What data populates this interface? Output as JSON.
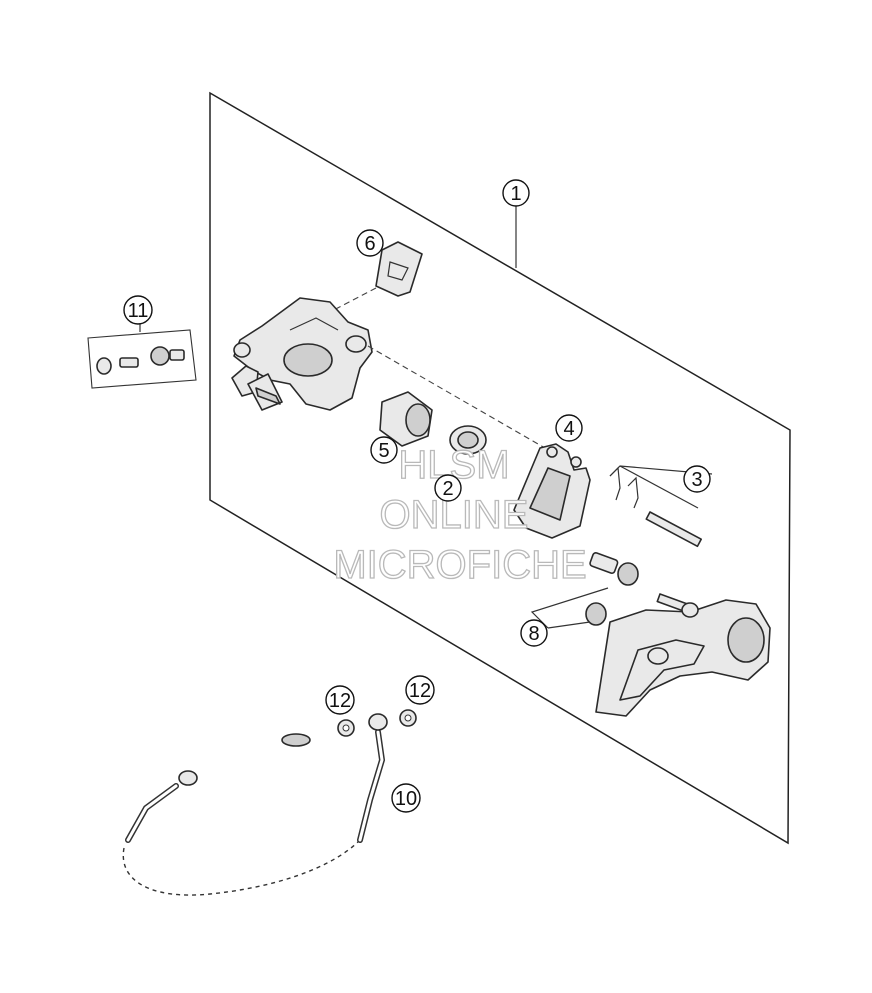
{
  "watermark": {
    "line1": "HLSM",
    "line2": "ONLINE",
    "line3": "MICROFICHE"
  },
  "callouts": [
    {
      "id": "c1",
      "label": "1"
    },
    {
      "id": "c2",
      "label": "2"
    },
    {
      "id": "c3",
      "label": "3"
    },
    {
      "id": "c4",
      "label": "4"
    },
    {
      "id": "c5",
      "label": "5"
    },
    {
      "id": "c6",
      "label": "6"
    },
    {
      "id": "c8",
      "label": "8"
    },
    {
      "id": "c10",
      "label": "10"
    },
    {
      "id": "c11",
      "label": "11"
    },
    {
      "id": "c12a",
      "label": "12"
    },
    {
      "id": "c12b",
      "label": "12"
    }
  ]
}
